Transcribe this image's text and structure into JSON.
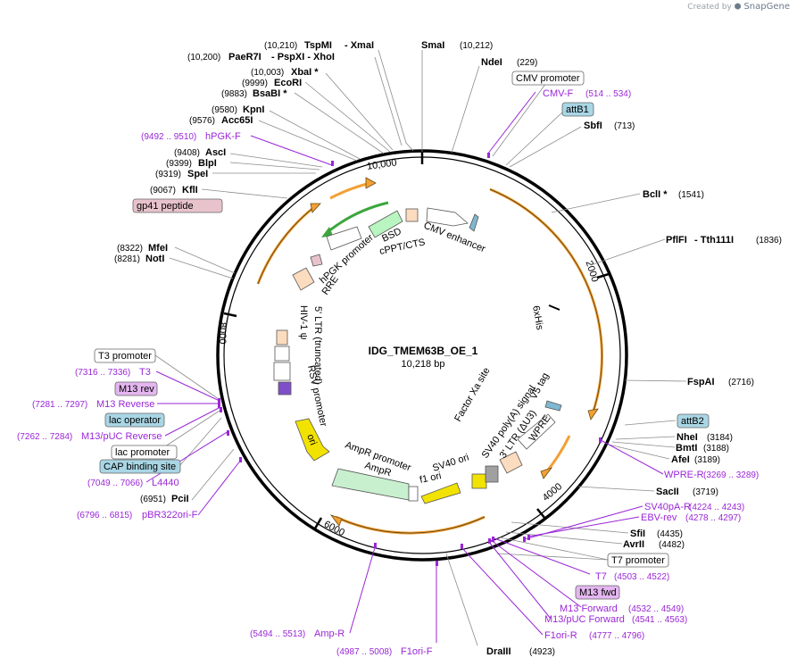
{
  "branding": {
    "created_by": "Created by",
    "app_name": "SnapGene"
  },
  "plasmid": {
    "name": "IDG_TMEM63B_OE_1",
    "length": "10,218 bp"
  },
  "ring_ticks": [
    "10,000",
    "2000",
    "4000",
    "6000",
    "8000"
  ],
  "sites_left": [
    {
      "pos": "(10,210)",
      "name": "TspMI",
      "extra": "- XmaI",
      "color": "#000000"
    },
    {
      "pos": "(10,200)",
      "name": "PaeR7I",
      "extra": "- PspXI   - XhoI",
      "color": "#000000"
    },
    {
      "pos": "(10,003)",
      "name": "XbaI *",
      "color": "#000000"
    },
    {
      "pos": "(9999)",
      "name": "EcoRI",
      "color": "#000000"
    },
    {
      "pos": "(9883)",
      "name": "BsaBI *",
      "color": "#000000"
    },
    {
      "pos": "(9580)",
      "name": "KpnI",
      "color": "#000000"
    },
    {
      "pos": "(9576)",
      "name": "Acc65I",
      "color": "#000000"
    },
    {
      "pos": "(9492 .. 9510)",
      "name": "hPGK-F",
      "color": "#9a27d6"
    },
    {
      "pos": "(9408)",
      "name": "AscI",
      "color": "#000000"
    },
    {
      "pos": "(9399)",
      "name": "BlpI",
      "color": "#000000"
    },
    {
      "pos": "(9319)",
      "name": "SpeI",
      "color": "#000000"
    },
    {
      "pos": "(9067)",
      "name": "KflI",
      "color": "#000000"
    },
    {
      "pos": "",
      "name": "gp41 peptide",
      "color": "#000000",
      "box": "#e8c3cc"
    },
    {
      "pos": "(8322)",
      "name": "MfeI",
      "color": "#000000"
    },
    {
      "pos": "(8281)",
      "name": "NotI",
      "color": "#000000"
    },
    {
      "pos": "",
      "name": "T3 promoter",
      "color": "#000000",
      "box": "#ffffff"
    },
    {
      "pos": "(7316 .. 7336)",
      "name": "T3",
      "color": "#9a27d6"
    },
    {
      "pos": "",
      "name": "M13 rev",
      "color": "#000000",
      "box": "#e4b6f0"
    },
    {
      "pos": "(7281 .. 7297)",
      "name": "M13 Reverse",
      "color": "#9a27d6"
    },
    {
      "pos": "",
      "name": "lac operator",
      "color": "#000000",
      "box": "#a9d6e5"
    },
    {
      "pos": "(7262 .. 7284)",
      "name": "M13/pUC Reverse",
      "color": "#9a27d6"
    },
    {
      "pos": "",
      "name": "lac promoter",
      "color": "#000000",
      "box": "#ffffff"
    },
    {
      "pos": "",
      "name": "CAP binding site",
      "color": "#000000",
      "box": "#a9d6e5"
    },
    {
      "pos": "(7049 .. 7066)",
      "name": "L4440",
      "color": "#9a27d6"
    },
    {
      "pos": "(6951)",
      "name": "PciI",
      "color": "#000000"
    },
    {
      "pos": "(6796 .. 6815)",
      "name": "pBR322ori-F",
      "color": "#9a27d6"
    }
  ],
  "sites_top": [
    {
      "name": "SmaI",
      "pos": "(10,212)"
    },
    {
      "name": "NdeI",
      "pos": "(229)"
    }
  ],
  "sites_right": [
    {
      "name": "CMV promoter",
      "pos": "",
      "color": "#000000",
      "box": "#ffffff"
    },
    {
      "name": "CMV-F",
      "pos": "(514 .. 534)",
      "color": "#9a27d6"
    },
    {
      "name": "attB1",
      "pos": "",
      "color": "#000000",
      "box": "#a9d6e5"
    },
    {
      "name": "SbfI",
      "pos": "(713)",
      "color": "#000000"
    },
    {
      "name": "BclI *",
      "pos": "(1541)",
      "color": "#000000"
    },
    {
      "name": "PflFI",
      "extra": "- Tth111I",
      "pos": "(1836)",
      "color": "#000000"
    },
    {
      "name": "FspAI",
      "pos": "(2716)",
      "color": "#000000"
    },
    {
      "name": "attB2",
      "pos": "",
      "color": "#000000",
      "box": "#a9d6e5"
    },
    {
      "name": "NheI",
      "pos": "(3184)",
      "color": "#000000"
    },
    {
      "name": "BmtI",
      "pos": "(3188)",
      "color": "#000000"
    },
    {
      "name": "AfeI",
      "pos": "(3189)",
      "color": "#000000"
    },
    {
      "name": "WPRE-R",
      "pos": "(3269 .. 3289)",
      "color": "#9a27d6"
    },
    {
      "name": "SacII",
      "pos": "(3719)",
      "color": "#000000"
    },
    {
      "name": "SV40pA-R",
      "pos": "(4224 .. 4243)",
      "color": "#9a27d6"
    },
    {
      "name": "EBV-rev",
      "pos": "(4278 .. 4297)",
      "color": "#9a27d6"
    },
    {
      "name": "SfiI",
      "pos": "(4435)",
      "color": "#000000"
    },
    {
      "name": "AvrII",
      "pos": "(4482)",
      "color": "#000000"
    },
    {
      "name": "T7 promoter",
      "pos": "",
      "color": "#000000",
      "box": "#ffffff"
    },
    {
      "name": "T7",
      "pos": "(4503 .. 4522)",
      "color": "#9a27d6"
    },
    {
      "name": "M13 fwd",
      "pos": "",
      "color": "#000000",
      "box": "#e4b6f0"
    },
    {
      "name": "M13 Forward",
      "pos": "(4532 .. 4549)",
      "color": "#9a27d6"
    },
    {
      "name": "M13/pUC Forward",
      "pos": "(4541 .. 4563)",
      "color": "#9a27d6"
    },
    {
      "name": "F1ori-R",
      "pos": "(4777 .. 4796)",
      "color": "#9a27d6"
    }
  ],
  "sites_bottom": [
    {
      "name": "Amp-R",
      "pos": "(5494 .. 5513)",
      "color": "#9a27d6"
    },
    {
      "name": "F1ori-F",
      "pos": "(4987 .. 5008)",
      "color": "#9a27d6"
    },
    {
      "name": "DraIII",
      "pos": "(4923)",
      "color": "#000000"
    }
  ],
  "features": [
    "CMV enhancer",
    "cPPT/CTS",
    "BSD",
    "hPGK promoter",
    "RRE",
    "HIV-1 ψ",
    "5' LTR (truncated)",
    "RSV promoter",
    "ori",
    "AmpR promoter",
    "AmpR",
    "f1 ori",
    "SV40 ori",
    "SV40 poly(A) signal",
    "3' LTR (ΔU3)",
    "WPRE",
    "V5 tag",
    "Factor Xa site",
    "6xHis"
  ],
  "colors": {
    "orf": "#f2a035",
    "primer": "#9a27d6",
    "promoter": "#ffffff",
    "ori": "#f2e200",
    "marker": "#c8f0cf",
    "bsd": "#b9f5c0",
    "misc": "#fcdcbf",
    "green_arrow": "#3ca63c"
  }
}
